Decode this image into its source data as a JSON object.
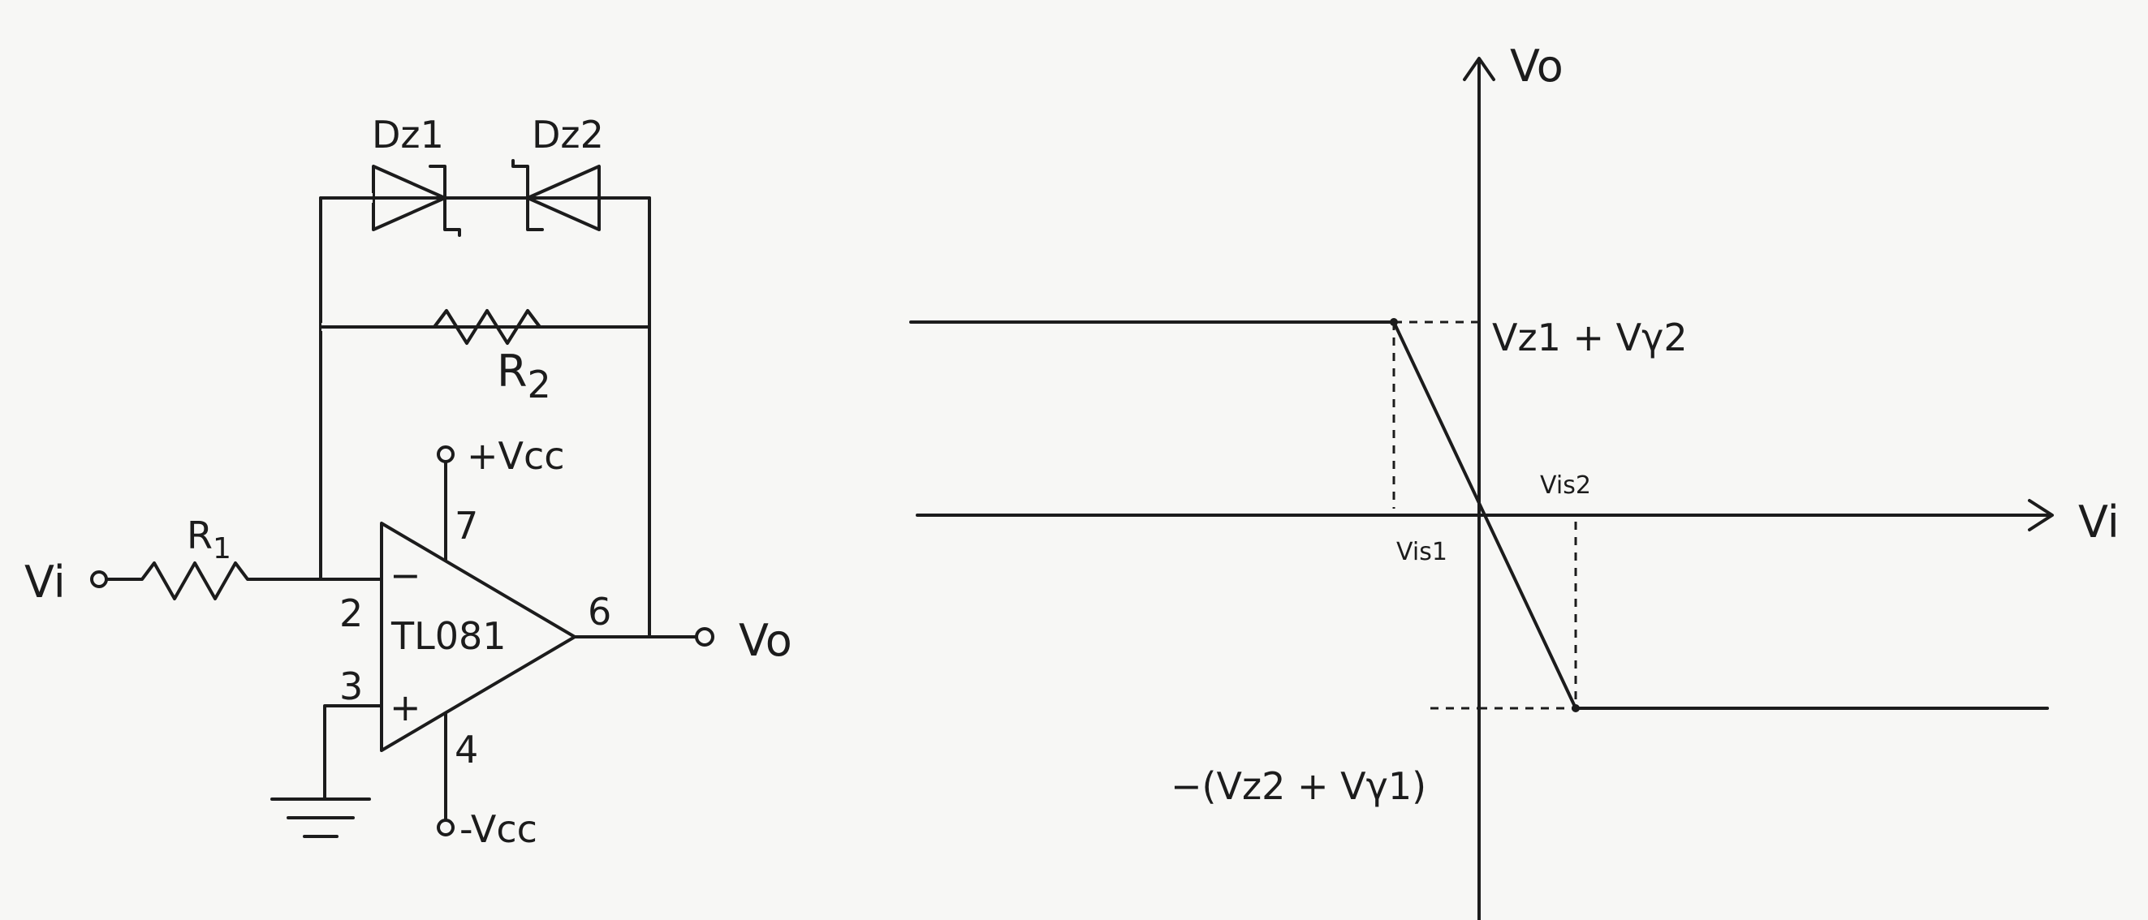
{
  "circuit": {
    "input": "Vi",
    "output": "Vo",
    "r1": "R",
    "r1_sub": "1",
    "r2": "R",
    "r2_sub": "2",
    "dz1": "Dz1",
    "dz2": "Dz2",
    "opamp": "TL081",
    "vcc_pos": "+Vcc",
    "vcc_neg": "-Vcc",
    "inv": "−",
    "noninv": "+",
    "pin_inv": "2",
    "pin_noninv": "3",
    "pin_out": "6",
    "pin_vpos": "7",
    "pin_vneg": "4"
  },
  "graph": {
    "y_axis": "Vo",
    "x_axis": "Vi",
    "upper_level": "Vz1 + Vγ2",
    "lower_level": "−(Vz2 + Vγ1)",
    "break_left": "Vis1",
    "break_right": "Vis2"
  },
  "chart_data": {
    "type": "line",
    "title": "",
    "xlabel": "Vi",
    "ylabel": "Vo",
    "x": [
      -1,
      -0.15,
      0.17,
      1
    ],
    "values": [
      1,
      1,
      -1,
      -1
    ],
    "notes_levels": [
      "Vz1 + Vγ2",
      "−(Vz2 + Vγ1)"
    ],
    "breakpoints": [
      "Vis1",
      "Vis2"
    ],
    "grid": false
  },
  "colors": {
    "ink": "#1c1c1c",
    "paper": "#f7f7f5"
  }
}
